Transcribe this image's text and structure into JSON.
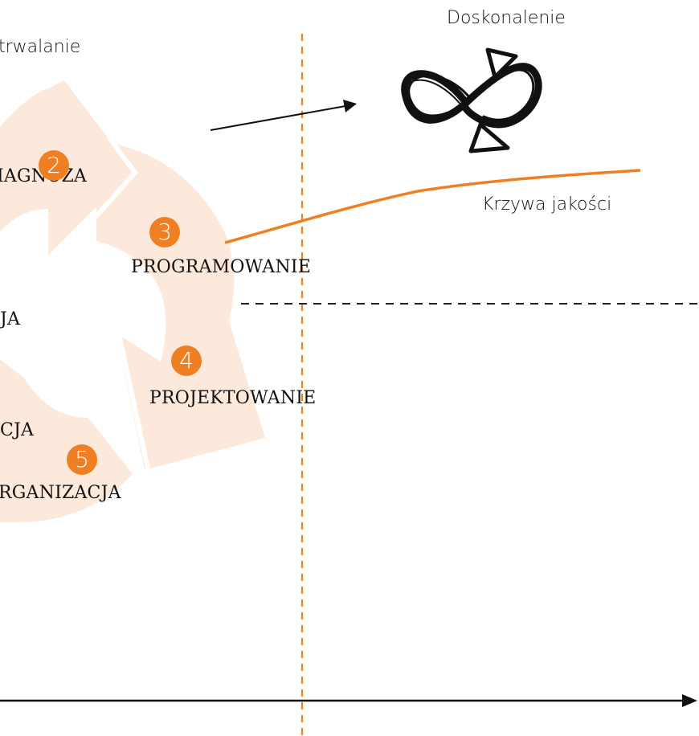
{
  "labels": {
    "utrwalanie": "trwalanie",
    "doskonalenie": "Doskonalenie",
    "krzywa": "Krzywa jakości",
    "diagnoza": "IAGNOZA",
    "programowanie": "PROGRAMOWANIE",
    "ja": "JA",
    "projektowanie": "PROJEKTOWANIE",
    "cja": "CJA",
    "organizacja": "RGANIZACJA"
  },
  "steps": [
    {
      "number": "2"
    },
    {
      "number": "3"
    },
    {
      "number": "4"
    },
    {
      "number": "5"
    }
  ],
  "colors": {
    "accent": "#f07f24",
    "cycle_fill": "#fde9dc",
    "ink": "#111111"
  },
  "icons": [
    "infinity-icon",
    "triangle-up-icon",
    "triangle-down-icon",
    "arrow-right-icon"
  ]
}
